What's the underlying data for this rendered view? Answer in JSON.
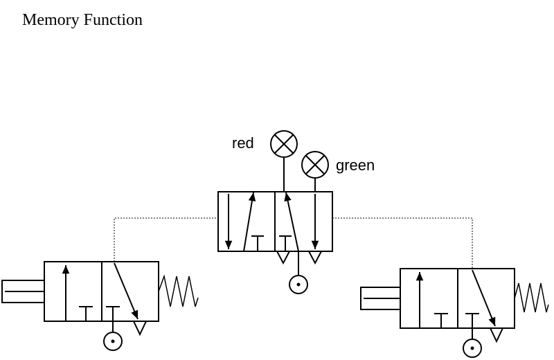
{
  "title": "Memory Function",
  "lamps": {
    "red": {
      "label": "red"
    },
    "green": {
      "label": "green"
    }
  },
  "components": [
    "memory-valve-5-2",
    "left-push-button-valve-3-2",
    "right-push-button-valve-3-2"
  ],
  "colors": {
    "line": "#000000",
    "background": "#ffffff"
  }
}
